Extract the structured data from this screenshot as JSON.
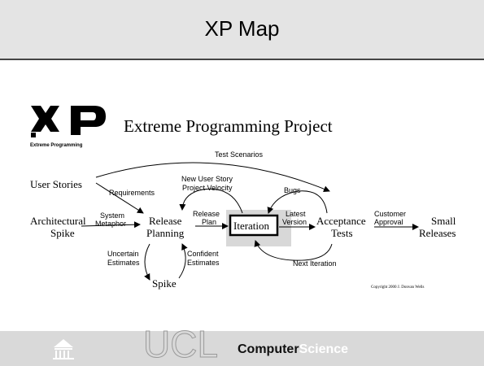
{
  "slide": {
    "title": "XP Map"
  },
  "diagram": {
    "logo_caption": "Extreme Programming",
    "heading": "Extreme Programming Project",
    "nodes": {
      "user_stories": "User Stories",
      "arch_spike_1": "Architectural",
      "arch_spike_2": "Spike",
      "release_planning_1": "Release",
      "release_planning_2": "Planning",
      "iteration": "Iteration",
      "acceptance_1": "Acceptance",
      "acceptance_2": "Tests",
      "small_releases_1": "Small",
      "small_releases_2": "Releases",
      "spike": "Spike"
    },
    "edges": {
      "test_scenarios": "Test Scenarios",
      "requirements": "Requirements",
      "new_user_story_1": "New User Story",
      "new_user_story_2": "Project Velocity",
      "system_metaphor_1": "System",
      "system_metaphor_2": "Metaphor",
      "release_plan_1": "Release",
      "release_plan_2": "Plan",
      "bugs": "Bugs",
      "latest_version_1": "Latest",
      "latest_version_2": "Version",
      "customer_approval_1": "Customer",
      "customer_approval_2": "Approval",
      "uncertain_1": "Uncertain",
      "uncertain_2": "Estimates",
      "confident_1": "Confident",
      "confident_2": "Estimates",
      "next_iteration": "Next Iteration"
    },
    "copyright": "Copyright 2000 J. Donvan Wells"
  },
  "footer": {
    "dept_part1": "Computer",
    "dept_part2": "Science",
    "ucl_mark": "UCL"
  }
}
